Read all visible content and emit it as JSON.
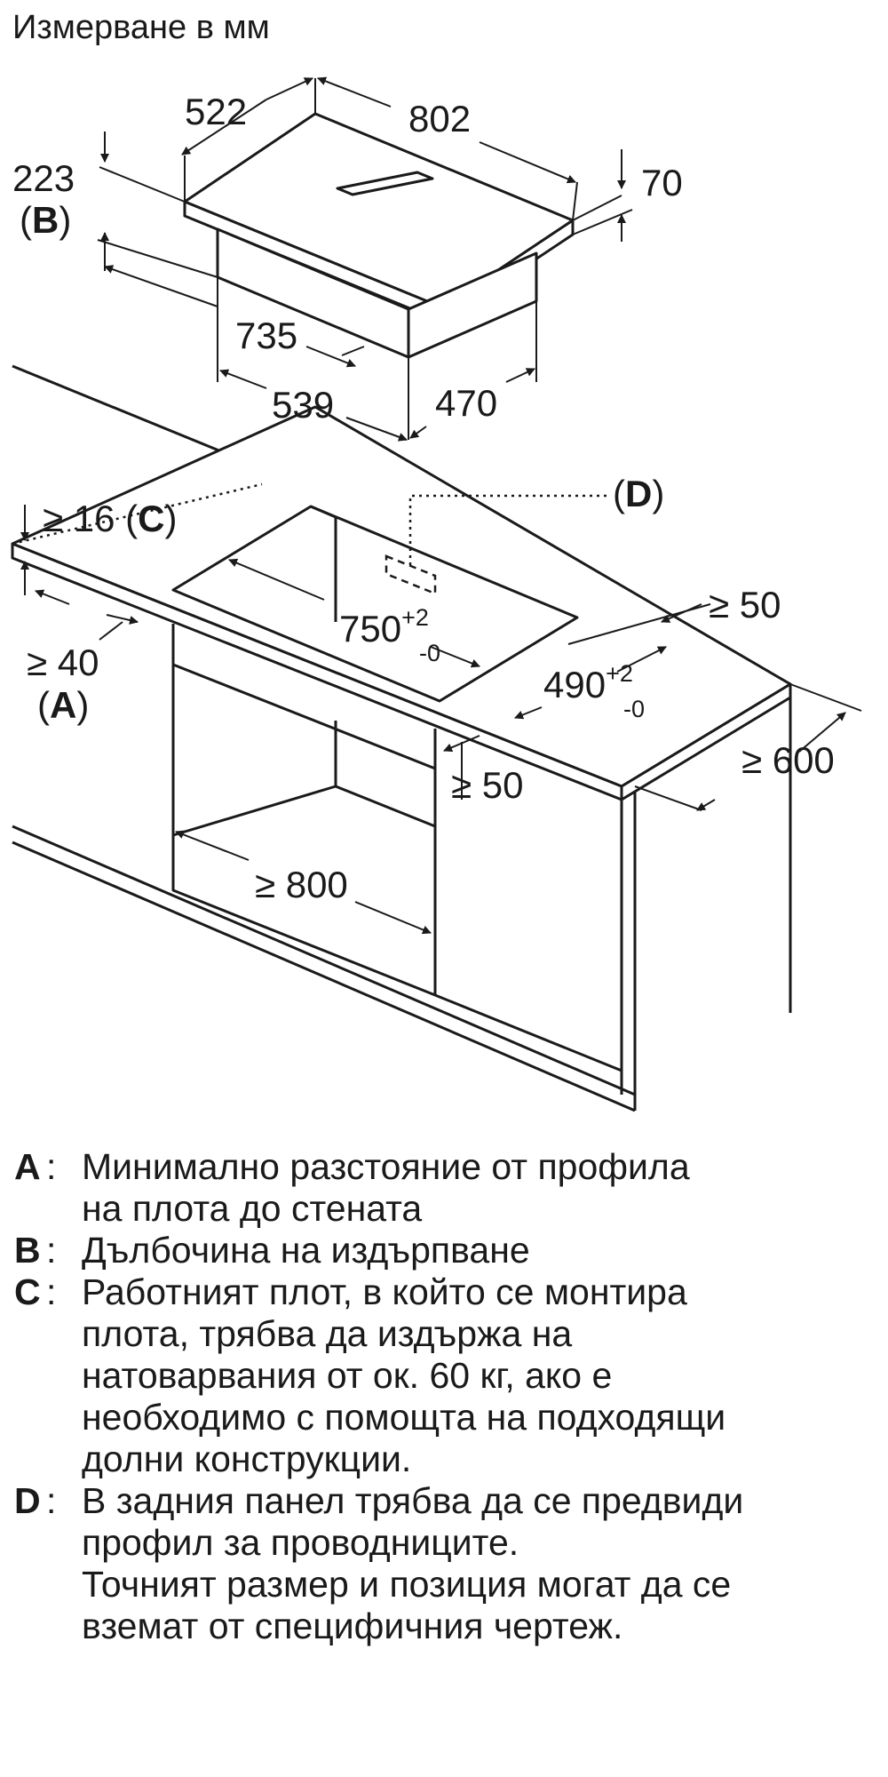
{
  "title": "Измерване в мм",
  "dimensions": {
    "hob_depth": "522",
    "hob_width": "802",
    "extraction_depth": "223",
    "label_b": "B",
    "thickness": "70",
    "base_width": "735",
    "base_front": "539",
    "base_depth": "470",
    "label_d": "D",
    "worktop_min": "≥ 16",
    "label_c": "C",
    "cutout_width": "750",
    "cutout_width_tol_plus": "+2",
    "cutout_width_tol_minus": "-0",
    "cutout_depth": "490",
    "cutout_depth_tol_plus": "+2",
    "cutout_depth_tol_minus": "-0",
    "wall_min": "≥ 40",
    "label_a": "A",
    "side_min": "≥ 50",
    "front_min": "≥ 50",
    "cabinet_depth_min": "≥ 600",
    "cabinet_width_min": "≥ 800"
  },
  "legend": [
    {
      "key": "A",
      "text": "Минимално разстояние от профила\nна плота до стената"
    },
    {
      "key": "B",
      "text": "Дълбочина на издърпване"
    },
    {
      "key": "C",
      "text": "Работният плот, в който се монтира\nплота, трябва да издържа на\nнатоварвания от ок. 60 кг, ако е\nнеобходимо с помощта на подходящи\nдолни конструкции."
    },
    {
      "key": "D",
      "text": "В задния панел трябва да се предвиди\nпрофил за проводниците.\nТочният размер и позиция могат да се\nвземат от специфичния чертеж."
    }
  ]
}
